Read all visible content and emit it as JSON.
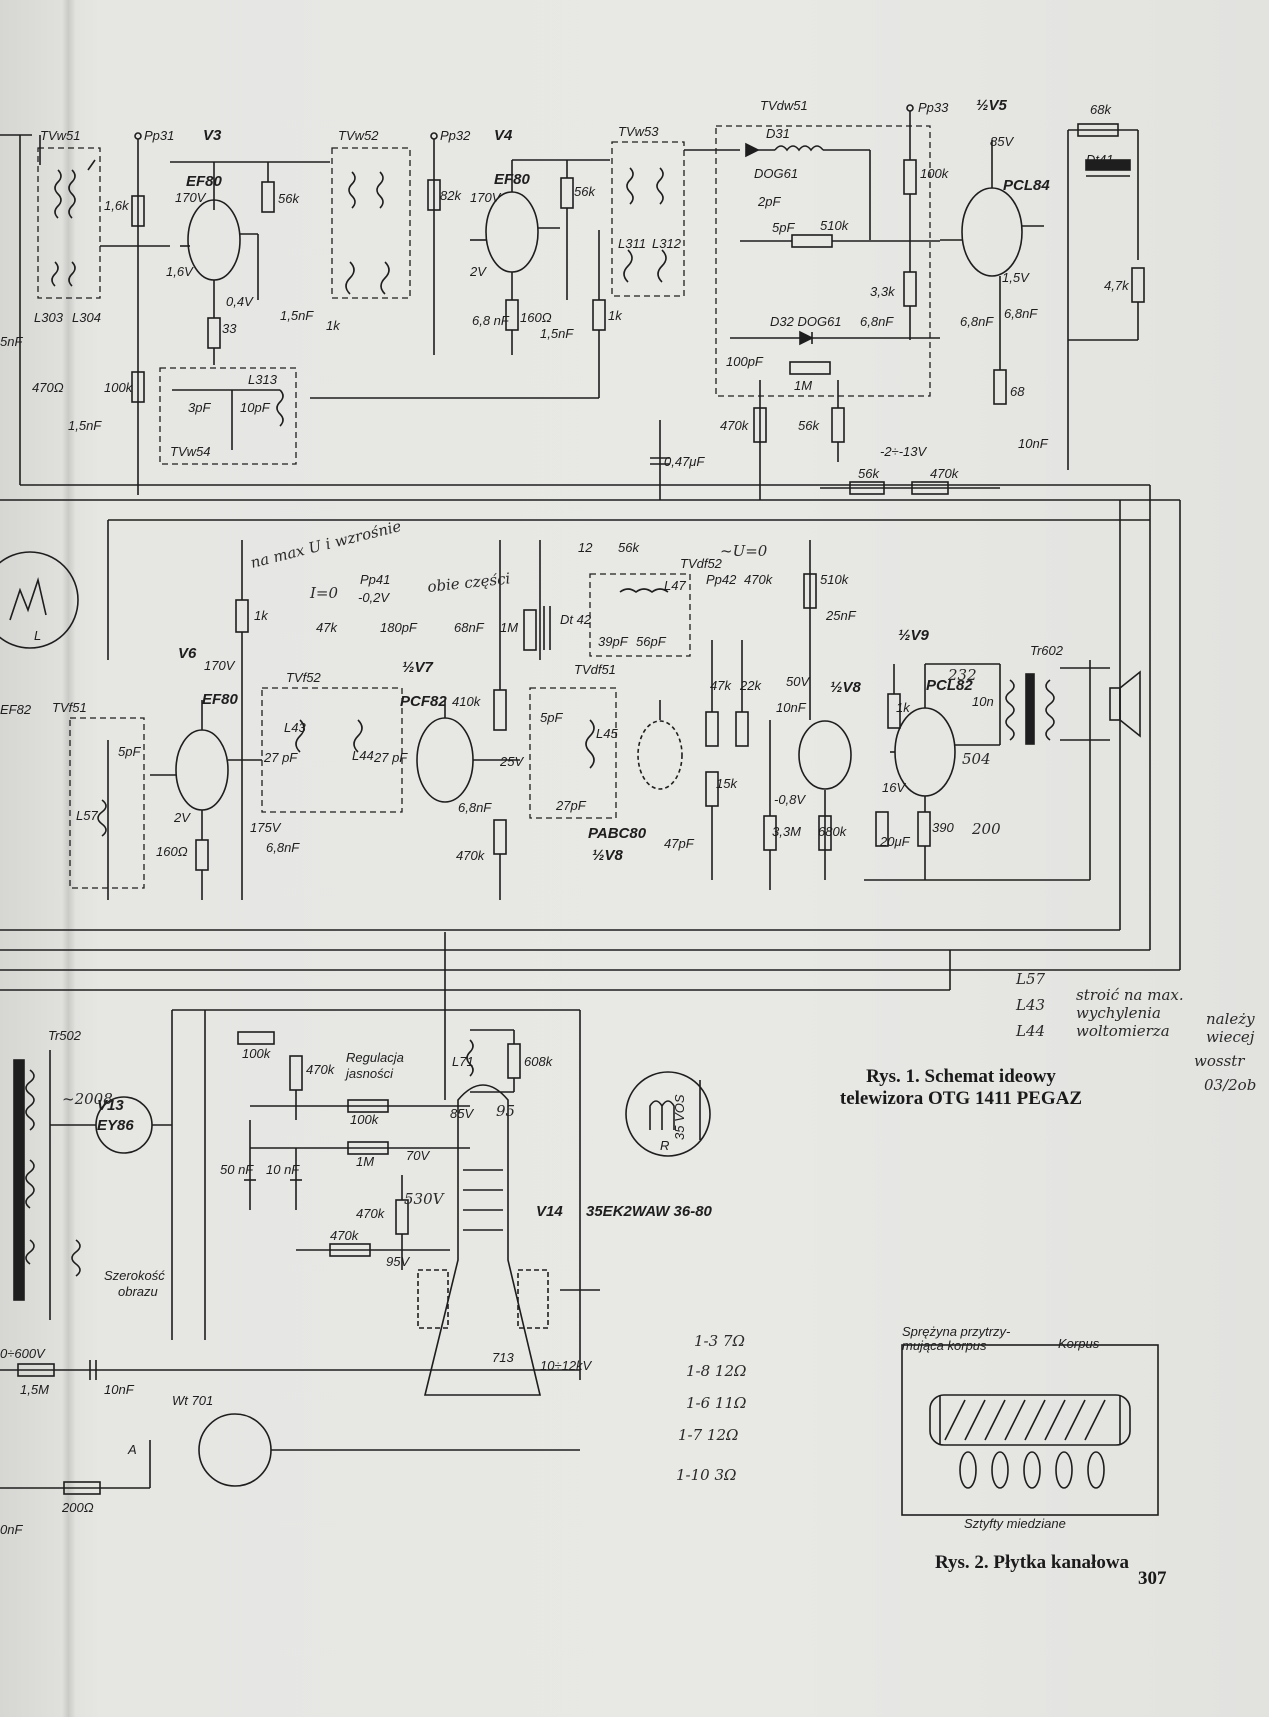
{
  "captions": {
    "fig1_line1": "Rys. 1. Schemat ideowy",
    "fig1_line2": "telewizora OTG 1411 PEGAZ",
    "fig2": "Rys. 2. Płytka kanałowa",
    "page_number": "307"
  },
  "tubes": {
    "v3": "V3",
    "v3_type": "EF80",
    "v4": "V4",
    "v4_type": "EF80",
    "v5": "½V5",
    "v5_type": "PCL84",
    "v6": "V6",
    "v6_type": "EF80",
    "v7": "½V7",
    "v7_type": "PCF82",
    "v8a": "½V8",
    "v8a_type": "PABC80",
    "v8b": "½V8",
    "v9": "½V9",
    "v9_type": "PCL82",
    "v13": "V13",
    "v13_type": "EY86",
    "v14": "V14",
    "v14_type": "35EK2WAW 36-80"
  },
  "transformers": {
    "tvw51": "TVw51",
    "tvw52": "TVw52",
    "tvw53": "TVw53",
    "tvw54": "TVw54",
    "tvdw51": "TVdw51",
    "tvf51": "TVf51",
    "tvf52": "TVf52",
    "tvdf51": "TVdf51",
    "tvdf52": "TVdf52",
    "tr502": "Tr502",
    "tr602": "Tr602",
    "wt701": "Wt 701",
    "dt41": "Dt41",
    "dt42": "Dt 42"
  },
  "test_points": {
    "pp31": "Pp31",
    "pp32": "Pp32",
    "pp33": "Pp33",
    "pp41": "Pp41",
    "pp42": "Pp42"
  },
  "diodes": {
    "d31": "D31",
    "d31_type": "DOG61",
    "d32": "D32 DOG61"
  },
  "components": {
    "c5nf": "5nF",
    "r470": "470Ω",
    "c15nf_a": "1,5nF",
    "r16k": "1,6k",
    "r100k_a": "100k",
    "l303": "L303",
    "l304": "L304",
    "l313": "L313",
    "c3pf": "3pF",
    "c10pf_a": "10pF",
    "r56k_a": "56k",
    "r33": "33",
    "c15nf_b": "1,5nF",
    "r1k_a": "1k",
    "r82k": "82k",
    "c68nf": "6,8 nF",
    "r160": "160Ω",
    "c15nf_c": "1,5nF",
    "r56k_b": "56k",
    "l311": "L311",
    "l312": "L312",
    "r1k_b": "1k",
    "c2pf": "2pF",
    "c5pf": "5pF",
    "r510k": "510k",
    "r100k_b": "100k",
    "r33k": "3,3k",
    "c100pf": "100pF",
    "c68nf_b": "6,8nF",
    "c68nf_c": "6,8nF",
    "c68nf_d": "6,8nF",
    "r1m": "1M",
    "r470k_a": "470k",
    "r56k_c": "56k",
    "c047": "0,47μF",
    "r68k": "68k",
    "r47k": "4,7k",
    "r68": "68",
    "vbias": "-2÷-13V",
    "c10nf_a": "10nF",
    "r56k_d": "56k",
    "r470k_b": "470k",
    "r1k_c": "1k",
    "r47k_b": "47k",
    "c180pf": "180pF",
    "c68nf_e": "68nF",
    "r1m_b": "1M",
    "c12": "12",
    "r56k_e": "56k",
    "r470k_c": "470k",
    "r510k_b": "510k",
    "c25nf": "25nF",
    "c5pf_b": "5pF",
    "l57": "L57",
    "r160_b": "160Ω",
    "c68nf_f": "6,8nF",
    "l43": "L43",
    "l44": "L44",
    "c27pf_a": "27 pF",
    "c27pf_b": "27 pF",
    "r410k": "410k",
    "c68nf_g": "6,8nF",
    "r470k_d": "470k",
    "l47": "L47",
    "c39pf": "39pF",
    "c56pf": "56pF",
    "l45": "L45",
    "c5pf_c": "5pF",
    "c27pf_c": "27pF",
    "c47pf": "47pF",
    "r47k_c": "47k",
    "r22k": "22k",
    "r15k": "15k",
    "c10nf_b": "10nF",
    "r33m": "3,3M",
    "r680k": "680k",
    "r1k_d": "1k",
    "c10nf_c": "10n",
    "c20uf": "20μF",
    "r390": "390",
    "r100k_c": "100k",
    "r470k_e": "470k",
    "l71": "L71",
    "r608k": "608k",
    "r100k_d": "100k",
    "r1m_c": "1M",
    "c50nf": "50 nF",
    "c10nf_d": "10 nF",
    "r470k_f": "470k",
    "r470k_g": "470k",
    "r15m": "1,5M",
    "c10nf_e": "10nF",
    "r200": "200Ω",
    "c10nf_f": "0nF",
    "vs_label": "35 VOS",
    "r_label": "R"
  },
  "voltages": {
    "v170_a": "170V",
    "v16": "1,6V",
    "v04": "0,4V",
    "v170_b": "170V",
    "v2": "2V",
    "v85": "85V",
    "v15": "1,5V",
    "v170_c": "170V",
    "v2_b": "2V",
    "v175": "175V",
    "v02": "-0,2V",
    "v25": "25V",
    "v50": "50V",
    "v08": "-0,8V",
    "v16_b": "16V",
    "v85_b": "85V",
    "v70": "70V",
    "v95": "95V",
    "v600": "0÷600V",
    "v12kv": "10÷12kV"
  },
  "labels": {
    "regulacja": "Regulacja",
    "jasnosci": "jasności",
    "szerokosc": "Szerokość",
    "obrazu": "obrazu",
    "ef82": "EF82",
    "l_label": "L",
    "a_label": "A",
    "pin_713": "713",
    "spring_line1": "Sprężyna przytrzy-",
    "spring_line2": "mująca korpus",
    "korpus": "Korpus",
    "sztyfty": "Sztyfty miedziane"
  },
  "handwritten": {
    "top_note": "na max U i wzrośnie",
    "top_note_b": "obie części",
    "i0": "I=0",
    "u0": "~U=0",
    "n2008": "~2008",
    "n95": "95",
    "n530": "530V",
    "n200": "200",
    "n504": "504",
    "n232": "232",
    "side1": "L57",
    "side2": "L43",
    "side3": "L44",
    "side_text1": "stroić na max.",
    "side_text2": "wychylenia",
    "side_text3": "woltomierza",
    "side_right1": "należy",
    "side_right2": "wiecej",
    "side_right3": "wosstr",
    "side_right4": "03/2ob",
    "res1": "1-3  7Ω",
    "res2": "1-8  12Ω",
    "res3": "1-6  11Ω",
    "res4": "1-7 12Ω",
    "res5": "1-10  3Ω"
  }
}
